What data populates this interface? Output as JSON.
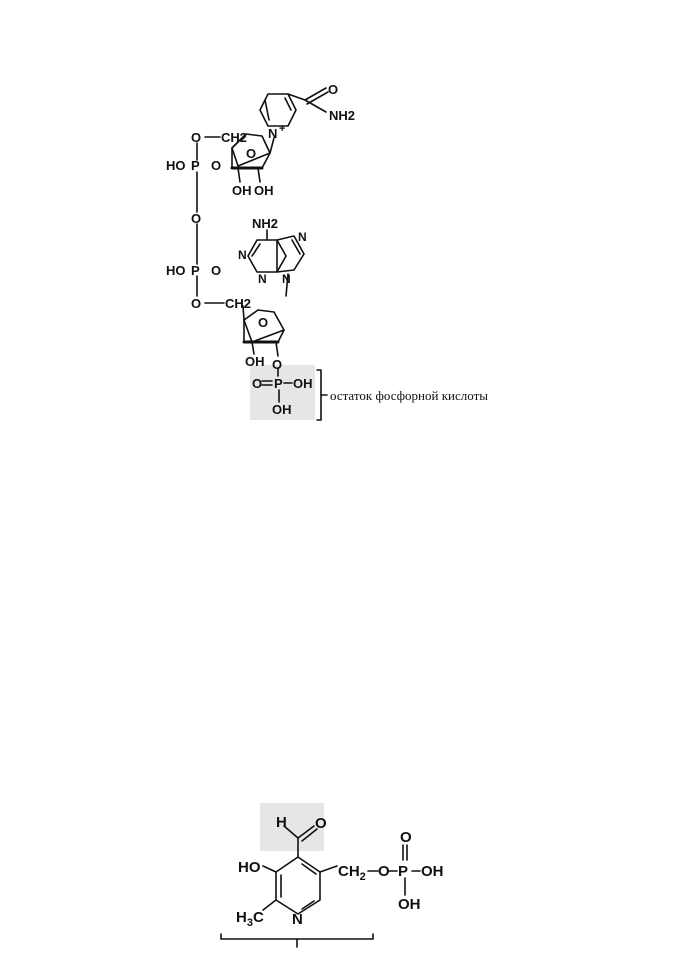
{
  "nadp": {
    "labels": {
      "o_carbonyl": "O",
      "nh2_amide": "NH2",
      "n_plus": "N",
      "plus": "+",
      "o_link1": "O",
      "ch2_1": "CH2",
      "ho_p1": "HO",
      "p1": "P",
      "o_p1": "O",
      "ring_o1": "O",
      "oh_a": "OH",
      "oh_b": "OH",
      "o_bridge": "O",
      "nh2_adenine": "NH2",
      "n_a": "N",
      "n_b": "N",
      "n_c": "N",
      "n_d": "N",
      "ho_p2": "HO",
      "p2": "P",
      "o_p2": "O",
      "o_link2": "O",
      "ch2_2": "CH2",
      "ring_o2": "O",
      "oh_c": "OH",
      "o_phos": "O",
      "o_eq": "O",
      "p3": "P",
      "oh_p3a": "OH",
      "oh_p3b": "OH"
    },
    "annotation": "остаток фосфорной кислоты"
  },
  "plp": {
    "labels": {
      "h_ald": "H",
      "o_ald": "O",
      "ho_ring": "HO",
      "ch2": "CH",
      "ch2_sub": "2",
      "o_link": "O",
      "p": "P",
      "o_top": "O",
      "oh_right": "OH",
      "oh_bottom": "OH",
      "h3c": "H",
      "h3c_sub": "3",
      "h3c_c": "C",
      "n_ring": "N"
    }
  }
}
